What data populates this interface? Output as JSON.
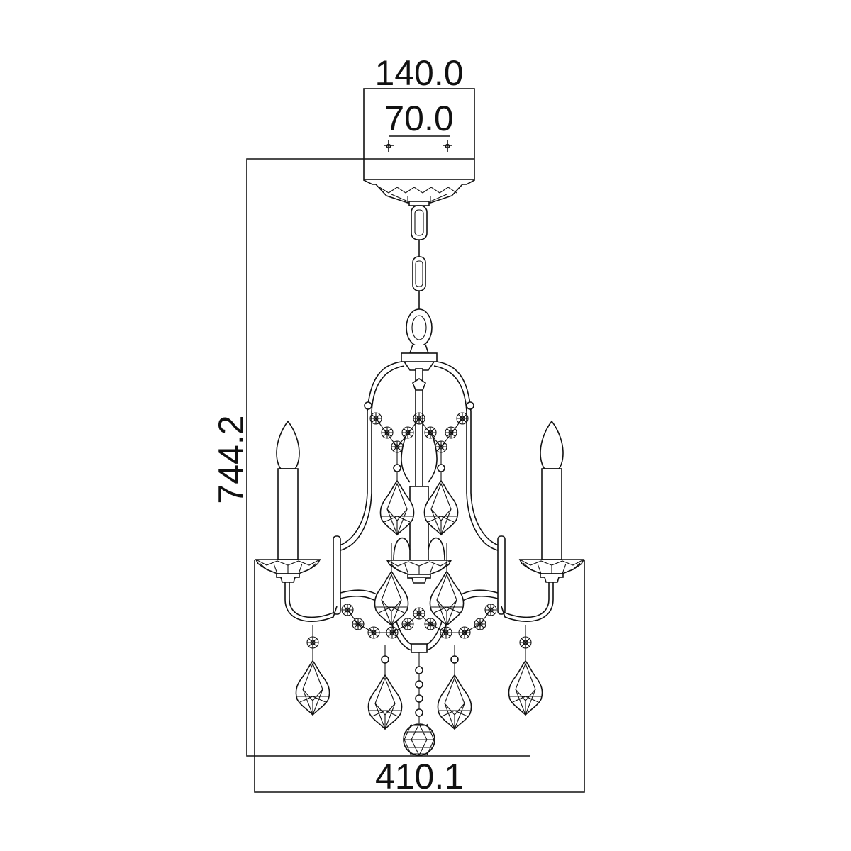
{
  "drawing": {
    "subject": "Three-light crystal chandelier technical dimension drawing",
    "units": "mm",
    "line_color": "#111111",
    "background": "#ffffff"
  },
  "dimensions": {
    "canopy_width": "140.0",
    "mount_spacing": "70.0",
    "overall_height": "744.2",
    "overall_width": "410.1"
  },
  "components": {
    "canopy": "ceiling-canopy",
    "chain": "suspension-chain",
    "candles": [
      "left-candle",
      "center-candle",
      "right-candle"
    ],
    "crystals": [
      "left-drop",
      "inner-left-drop",
      "inner-right-drop",
      "right-drop",
      "upper-left-drop",
      "upper-right-drop",
      "mid-left-drop",
      "mid-right-drop"
    ],
    "bottom_ball": "crystal-ball"
  }
}
